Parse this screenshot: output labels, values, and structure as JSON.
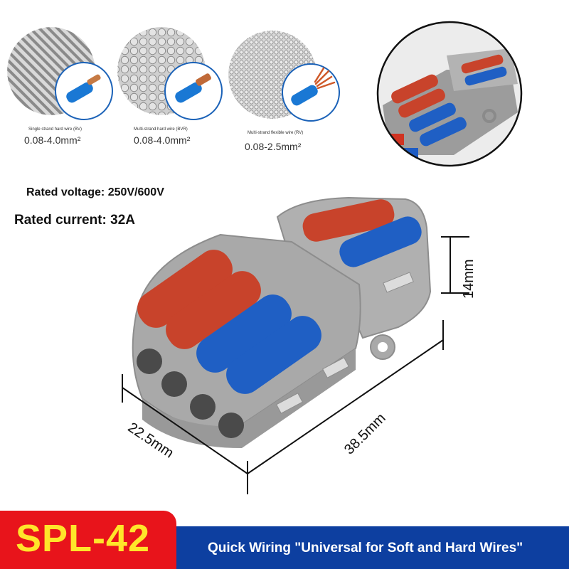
{
  "wire_types": [
    {
      "caption": "Single strand hard wire (BV)",
      "range": "0.08-4.0mm²",
      "icon": "solid-core-wire-icon"
    },
    {
      "caption": "Multi-strand hard wire (BVR)",
      "range": "0.08-4.0mm²",
      "icon": "multi-strand-wire-icon"
    },
    {
      "caption": "Multi-strand flexible wire (RV)",
      "range": "0.08-2.5mm²",
      "icon": "flexible-wire-icon"
    }
  ],
  "specs": {
    "rated_voltage": "Rated voltage: 250V/600V",
    "rated_current": "Rated current: 32A"
  },
  "dimensions": {
    "height": "14mm",
    "width": "22.5mm",
    "length": "38.5mm"
  },
  "banner": {
    "model": "SPL-42",
    "tagline": "Quick Wiring \"Universal for Soft and Hard Wires\""
  },
  "colors": {
    "lever_red": "#c8432b",
    "lever_blue": "#1f5fc4",
    "housing_grey": "#a9a9a9",
    "banner_red": "#e8141b",
    "banner_blue": "#0d3fa0",
    "model_yellow": "#ffe52a"
  }
}
